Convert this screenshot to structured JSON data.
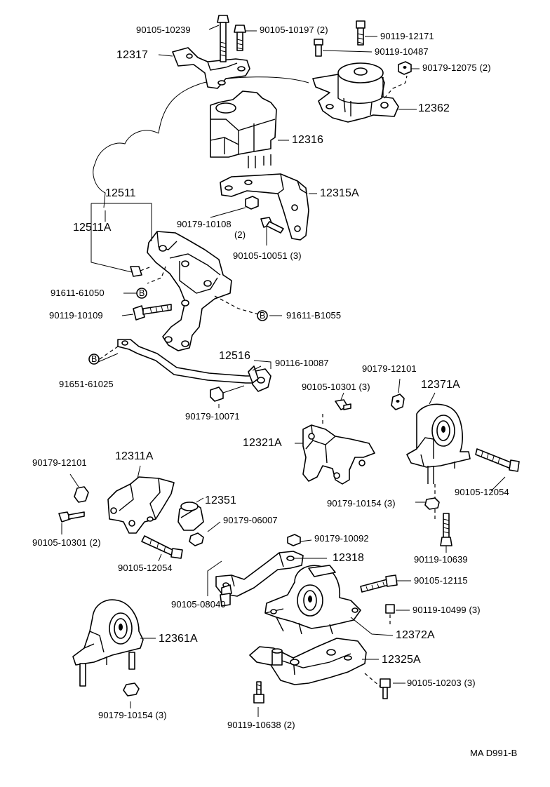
{
  "diagram_code": "MA D991-B",
  "part_labels": {
    "p12317": "12317",
    "p90105_10239": "90105-10239",
    "p90105_10197": "90105-10197 (2)",
    "p90119_12171": "90119-12171",
    "p90119_10487": "90119-10487",
    "p90179_12075": "90179-12075 (2)",
    "p12362": "12362",
    "p12316": "12316",
    "p12315A": "12315A",
    "p12511": "12511",
    "p12511A": "12511A",
    "p90179_10108": "90179-10108",
    "p90179_10108_qty": "(2)",
    "p90105_10051": "90105-10051 (3)",
    "p91611_61050": "91611-61050",
    "p90119_10109": "90119-10109",
    "p91611_B1055": "91611-B1055",
    "p12516": "12516",
    "p90116_10087": "90116-10087",
    "p91651_61025": "91651-61025",
    "p90179_10071": "90179-10071",
    "p90179_12101_a": "90179-12101",
    "p90105_10301_a": "90105-10301 (3)",
    "p12371A": "12371A",
    "p12321A": "12321A",
    "p90105_12054_a": "90105-12054",
    "p90179_10154_a": "90179-10154 (3)",
    "p90119_10639": "90119-10639",
    "p90179_12101_b": "90179-12101",
    "p12311A": "12311A",
    "p12351": "12351",
    "p90179_06007": "90179-06007",
    "p90105_10301_b": "90105-10301 (2)",
    "p90105_12054_b": "90105-12054",
    "p90179_10092": "90179-10092",
    "p12318": "12318",
    "p90105_12115": "90105-12115",
    "p90105_08040": "90105-08040",
    "p90119_10499": "90119-10499 (3)",
    "p12361A": "12361A",
    "p12372A": "12372A",
    "p12325A": "12325A",
    "p90105_10203": "90105-10203 (3)",
    "p90179_10154_b": "90179-10154 (3)",
    "p90119_10638": "90119-10638 (2)"
  },
  "callout_marker": "B"
}
